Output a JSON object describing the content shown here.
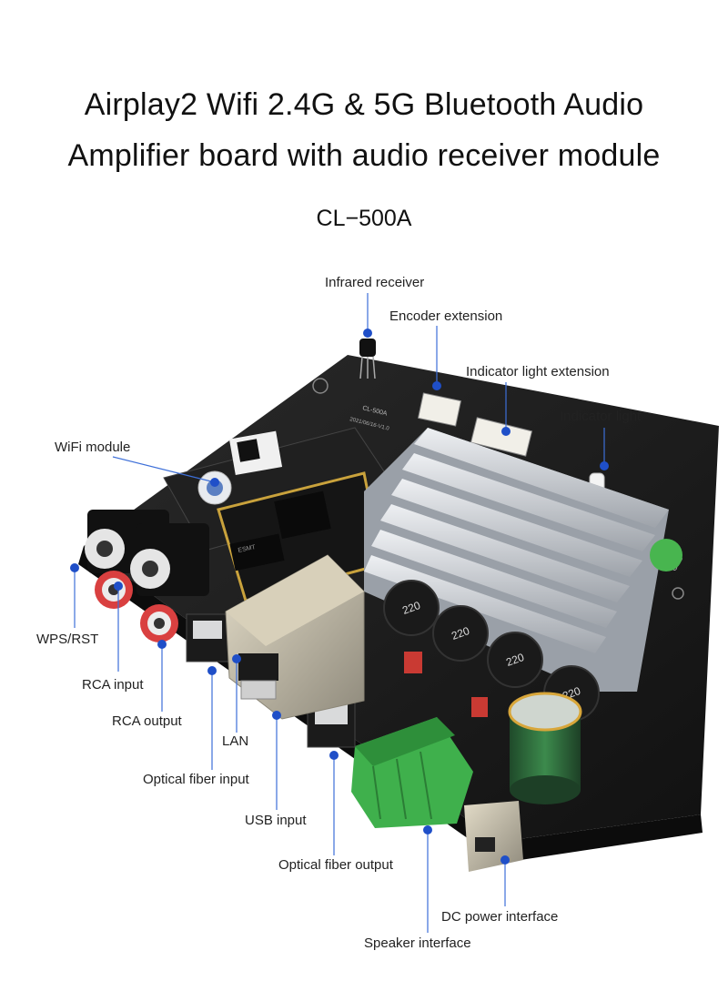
{
  "title": {
    "line1": "Airplay2 Wifi 2.4G & 5G Bluetooth Audio",
    "line2": "Amplifier board with audio receiver module",
    "model": "CL−500A"
  },
  "callouts": {
    "infrared_receiver": "Infrared receiver",
    "encoder_extension": "Encoder extension",
    "indicator_light_extension": "Indicator light extension",
    "indicator_light": "Indicator light",
    "wifi_module": "WiFi module",
    "wps_rst": "WPS/RST",
    "rca_input": "RCA input",
    "rca_output": "RCA output",
    "lan": "LAN",
    "optical_fiber_input": "Optical fiber input",
    "usb_input": "USB input",
    "optical_fiber_output": "Optical fiber output",
    "dc_power_interface": "DC power interface",
    "speaker_interface": "Speaker interface"
  },
  "board_print": {
    "model": "CL-500A",
    "date": "2021/06/16-V1.0",
    "inductor": "220",
    "chip": "ESMT",
    "gnd": "GND"
  },
  "colors": {
    "callout_dot": "#1f4fc8",
    "callout_line": "#3d6fd8",
    "pcb": "#1c1c1c",
    "heatsink": "#c9ccd1",
    "terminal": "#3fb04c",
    "capacitor": "#2f6b3a"
  }
}
